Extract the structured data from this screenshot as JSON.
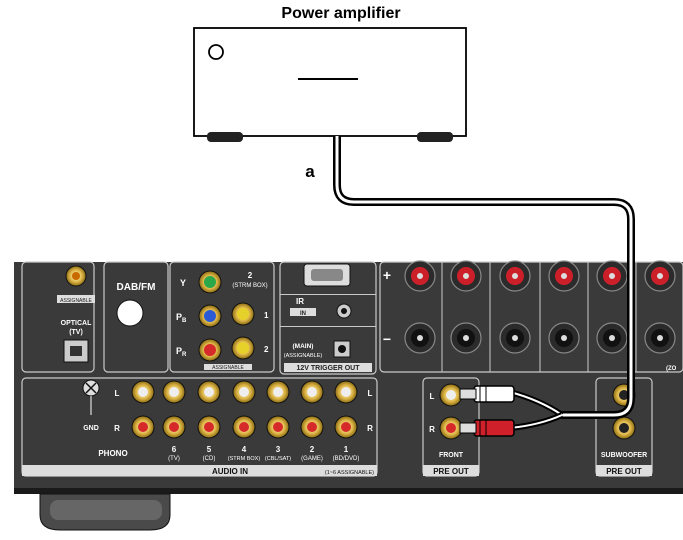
{
  "title": "Power amplifier",
  "cable_label": "a",
  "receiver": {
    "left_panel": {
      "assignable_tag": "ASSIGNABLE",
      "optical_label": "OPTICAL",
      "optical_sub": "(TV)",
      "dab_fm_label": "DAB/FM"
    },
    "component_video": {
      "y_label": "Y",
      "pb_label": "P",
      "pb_sub": "B",
      "pr_label": "P",
      "pr_sub": "R",
      "col2_title": "2",
      "col2_sub": "(STRM BOX)",
      "row1_num": "1",
      "row2_num": "2",
      "assignable_tag": "ASSIGNABLE"
    },
    "ir_label": "IR",
    "in_label": "IN",
    "main_label": "(MAIN)",
    "main_sub": "(ASSIGNABLE)",
    "trigger_label": "12V TRIGGER OUT",
    "speaker_plus": "+",
    "speaker_minus": "−",
    "zone_label": "(ZO",
    "phono_label": "PHONO",
    "gnd_label": "GND",
    "l_label": "L",
    "r_label": "R",
    "audio_in": {
      "title": "AUDIO IN",
      "note": "(1~6 ASSIGNABLE)",
      "inputs": [
        {
          "num": "6",
          "name": "(TV)"
        },
        {
          "num": "5",
          "name": "(CD)"
        },
        {
          "num": "4",
          "name": "(STRM BOX)"
        },
        {
          "num": "3",
          "name": "(CBL/SAT)"
        },
        {
          "num": "2",
          "name": "(GAME)"
        },
        {
          "num": "1",
          "name": "(BD/DVD)"
        }
      ]
    },
    "pre_out_front": {
      "label": "FRONT",
      "title": "PRE OUT"
    },
    "pre_out_sub": {
      "label": "SUBWOOFER",
      "title": "PRE OUT"
    }
  }
}
